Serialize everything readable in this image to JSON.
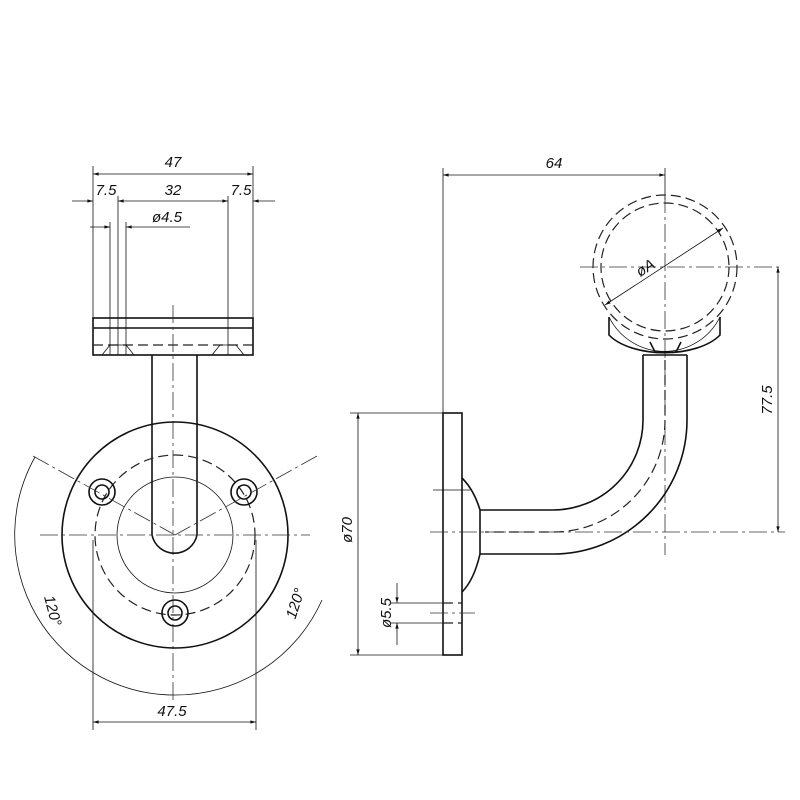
{
  "front_view": {
    "dim_overall_width": "47",
    "dim_left_edge": "7.5",
    "dim_hole_spacing": "32",
    "dim_right_edge": "7.5",
    "dim_hole_diameter": "ø4.5",
    "dim_bolt_spacing": "47.5",
    "angle_left": "120°",
    "angle_right": "120°"
  },
  "side_view": {
    "dim_projection": "64",
    "dim_rail_diameter": "øA",
    "dim_height": "77.5",
    "dim_flange_diameter": "ø70",
    "dim_screw_hole": "ø5.5"
  }
}
